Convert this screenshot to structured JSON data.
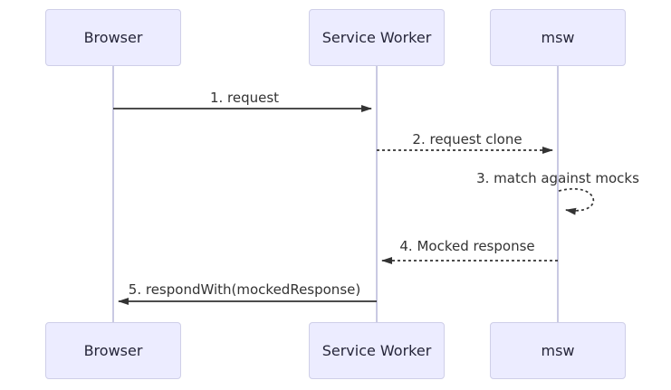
{
  "diagram": {
    "type": "sequence-diagram",
    "actors": [
      {
        "name": "Browser"
      },
      {
        "name": "Service Worker"
      },
      {
        "name": "msw"
      }
    ],
    "messages": [
      {
        "order": 1,
        "label": "1. request",
        "from": "Browser",
        "to": "Service Worker",
        "line_style": "solid"
      },
      {
        "order": 2,
        "label": "2. request clone",
        "from": "Service Worker",
        "to": "msw",
        "line_style": "dashed"
      },
      {
        "order": 3,
        "label": "3. match against mocks",
        "from": "msw",
        "to": "msw",
        "line_style": "dashed-self-loop"
      },
      {
        "order": 4,
        "label": "4. Mocked response",
        "from": "msw",
        "to": "Service Worker",
        "line_style": "dashed"
      },
      {
        "order": 5,
        "label": "5. respondWith(mockedResponse)",
        "from": "Service Worker",
        "to": "Browser",
        "line_style": "solid"
      }
    ],
    "colors": {
      "actor_fill": "#ECECFF",
      "actor_border": "#cfcfe8",
      "lifeline": "#c9c9e3",
      "arrow": "#333333",
      "text": "#333333",
      "background": "#ffffff"
    }
  }
}
